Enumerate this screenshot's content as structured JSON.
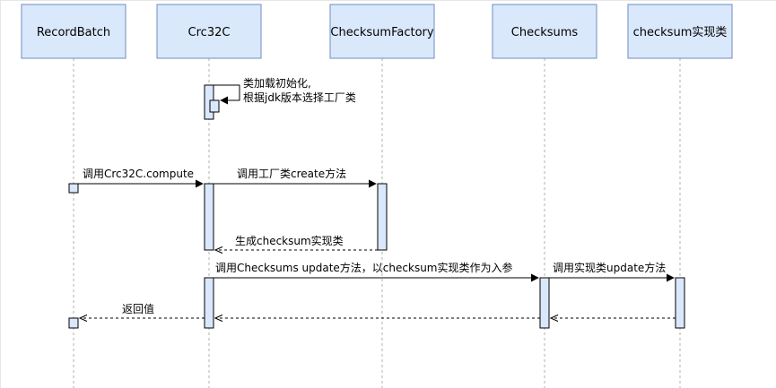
{
  "participants": [
    {
      "id": "recordbatch",
      "label": "RecordBatch"
    },
    {
      "id": "crc32c",
      "label": "Crc32C"
    },
    {
      "id": "checksumfactory",
      "label": "ChecksumFactory"
    },
    {
      "id": "checksums",
      "label": "Checksums"
    },
    {
      "id": "checksum-impl",
      "label": "checksum实现类"
    }
  ],
  "messages": {
    "self_call_line1": "类加载初始化,",
    "self_call_line2": "根据jdk版本选择工厂类",
    "compute": "调用Crc32C.compute",
    "create": "调用工厂类create方法",
    "create_return": "生成checksum实现类",
    "update": "调用Checksums update方法，以checksum实现类作为入参",
    "impl_update": "调用实现类update方法",
    "return_value": "返回值"
  },
  "colors": {
    "participant_fill": "#dae8fc",
    "participant_stroke": "#6c8ebf",
    "line": "#000000"
  }
}
